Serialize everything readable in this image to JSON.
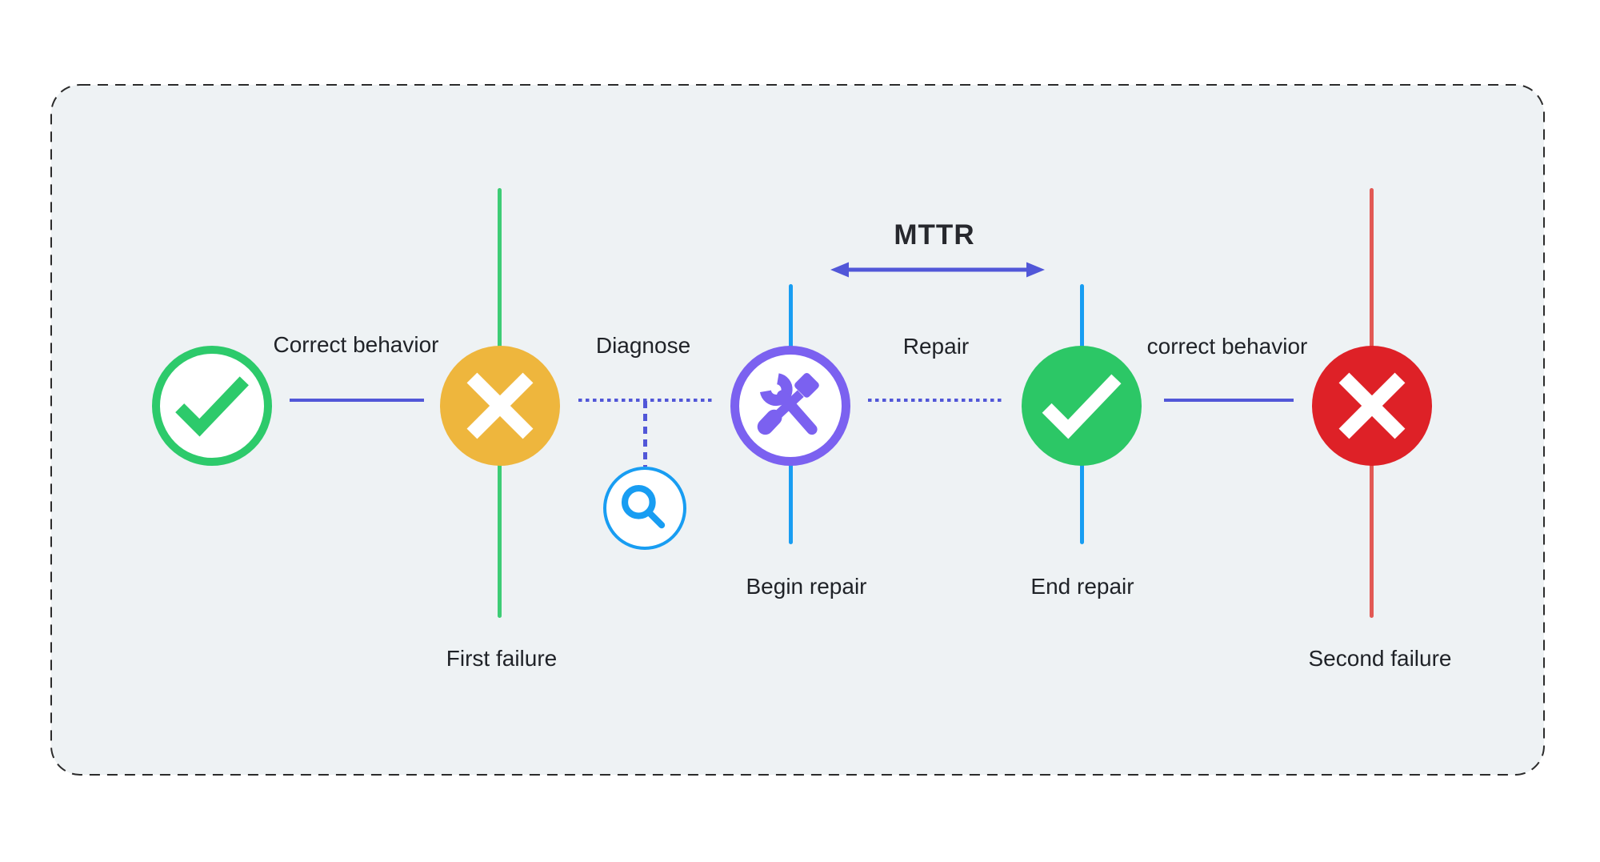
{
  "diagram": {
    "title": "MTTR",
    "phase_labels": {
      "correct_behavior_1": "Correct behavior",
      "diagnose": "Diagnose",
      "repair": "Repair",
      "correct_behavior_2": "correct behavior"
    },
    "event_labels": {
      "first_failure": "First failure",
      "begin_repair": "Begin repair",
      "end_repair": "End repair",
      "second_failure": "Second failure"
    },
    "icons": {
      "start_ok": "check-icon",
      "first_failure": "x-icon",
      "diagnose": "magnifier-icon",
      "begin_repair": "wrench-screwdriver-icon",
      "end_repair": "check-icon",
      "second_failure": "x-icon"
    },
    "colors": {
      "panel_bg": "#eef2f4",
      "panel_border": "#2b2b2b",
      "green": "#2dca6b",
      "green_line": "#3dcc75",
      "yellow": "#eeb63d",
      "purple": "#7b61f0",
      "blue": "#189df2",
      "indigo": "#5157d8",
      "red": "#de2127",
      "red_line": "#e25954",
      "text": "#1f2227"
    }
  }
}
